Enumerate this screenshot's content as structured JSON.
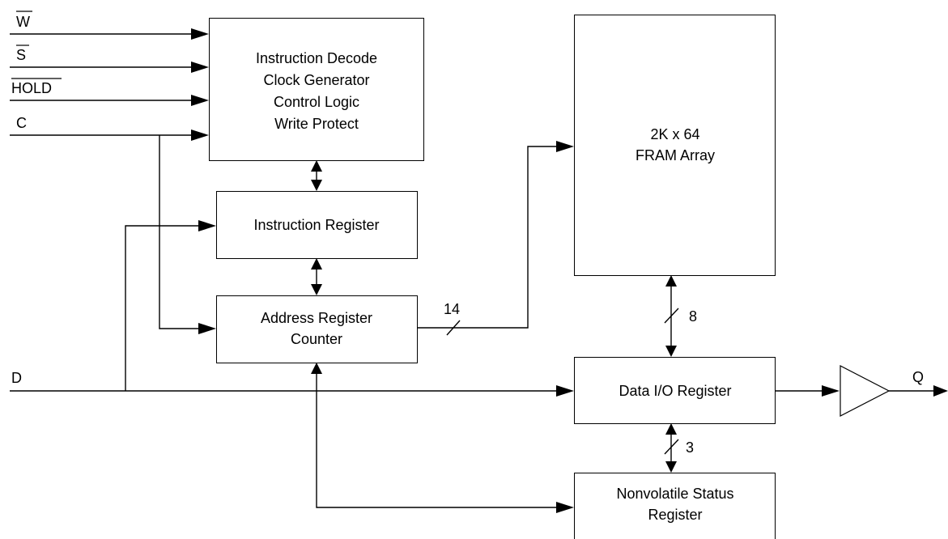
{
  "inputs": {
    "w": "W",
    "s": "S",
    "hold": "HOLD",
    "c": "C",
    "d": "D"
  },
  "output": {
    "q": "Q"
  },
  "blocks": {
    "control": {
      "lines": [
        "Instruction Decode",
        "Clock Generator",
        "Control Logic",
        "Write Protect"
      ]
    },
    "instruction_register": {
      "lines": [
        "Instruction Register"
      ]
    },
    "address_register": {
      "lines": [
        "Address Register",
        "Counter"
      ]
    },
    "fram_array": {
      "lines": [
        "2K x 64",
        "FRAM Array"
      ]
    },
    "data_io_register": {
      "lines": [
        "Data I/O Register"
      ]
    },
    "status_register": {
      "lines": [
        "Nonvolatile Status",
        "Register"
      ]
    }
  },
  "bus_widths": {
    "address_bus": "14",
    "data_bus": "8",
    "status_bus": "3"
  },
  "colors": {
    "line": "#000000",
    "background": "#ffffff"
  }
}
